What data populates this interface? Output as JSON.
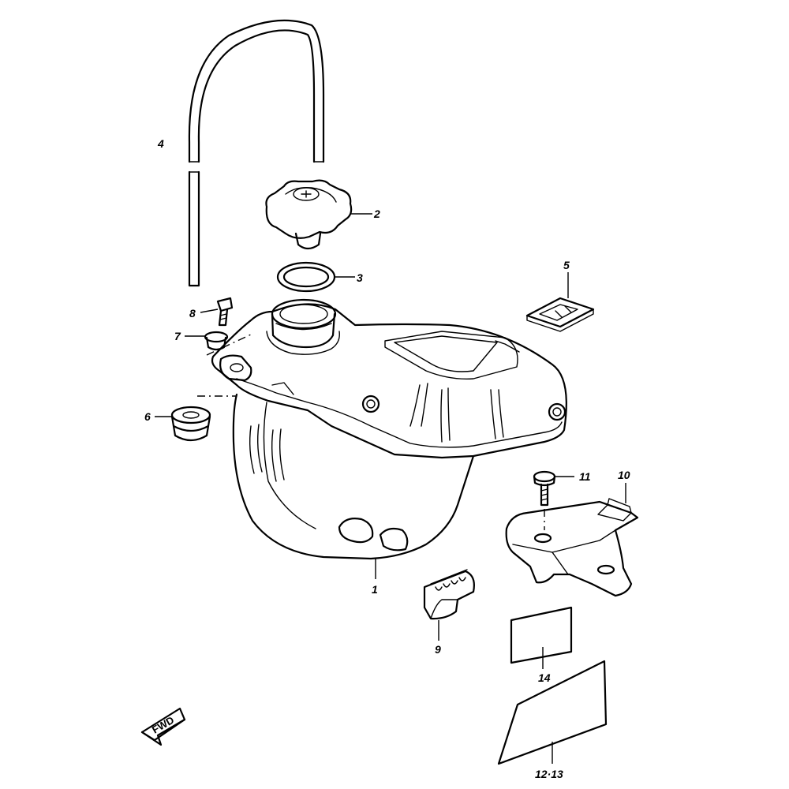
{
  "callouts": {
    "c1": "1",
    "c2": "2",
    "c3": "3",
    "c4": "4",
    "c5": "5",
    "c6": "6",
    "c7": "7",
    "c8": "8",
    "c9": "9",
    "c10": "10",
    "c11": "11",
    "c14": "14",
    "c12_13": "12·13"
  },
  "fwd_label": "FWD",
  "colors": {
    "line": "#000000",
    "background": "#ffffff"
  }
}
